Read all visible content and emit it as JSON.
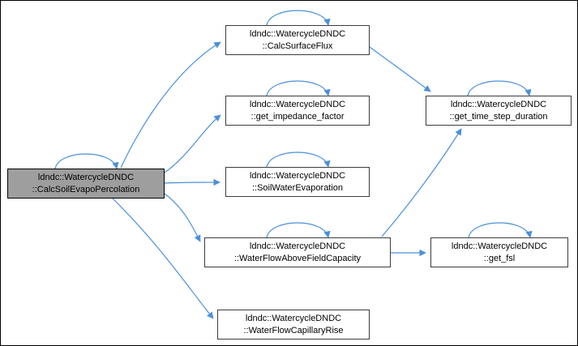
{
  "diagram": {
    "kind": "call-graph",
    "colors": {
      "background": "#FFFFFF",
      "frame_border": "#000000",
      "edge": "#4A90D9",
      "node_border": "#3C3C3C",
      "highlight_fill": "#9E9E9E",
      "text": "#000000"
    },
    "nodes": {
      "calc_soil_evapo_percolation": {
        "line1": "ldndc::WatercycleDNDC",
        "line2": "::CalcSoilEvapoPercolation",
        "highlighted": true
      },
      "calc_surface_flux": {
        "line1": "ldndc::WatercycleDNDC",
        "line2": "::CalcSurfaceFlux",
        "highlighted": false
      },
      "get_impedance_factor": {
        "line1": "ldndc::WatercycleDNDC",
        "line2": "::get_impedance_factor",
        "highlighted": false
      },
      "soil_water_evaporation": {
        "line1": "ldndc::WatercycleDNDC",
        "line2": "::SoilWaterEvaporation",
        "highlighted": false
      },
      "water_flow_above_field_capacity": {
        "line1": "ldndc::WatercycleDNDC",
        "line2": "::WaterFlowAboveFieldCapacity",
        "highlighted": false
      },
      "water_flow_capillary_rise": {
        "line1": "ldndc::WatercycleDNDC",
        "line2": "::WaterFlowCapillaryRise",
        "highlighted": false
      },
      "get_time_step_duration": {
        "line1": "ldndc::WatercycleDNDC",
        "line2": "::get_time_step_duration",
        "highlighted": false
      },
      "get_fsl": {
        "line1": "ldndc::WatercycleDNDC",
        "line2": "::get_fsl",
        "highlighted": false
      }
    },
    "edges": [
      {
        "from": "calc_soil_evapo_percolation",
        "to": "calc_surface_flux"
      },
      {
        "from": "calc_soil_evapo_percolation",
        "to": "get_impedance_factor"
      },
      {
        "from": "calc_soil_evapo_percolation",
        "to": "soil_water_evaporation"
      },
      {
        "from": "calc_soil_evapo_percolation",
        "to": "water_flow_above_field_capacity"
      },
      {
        "from": "calc_soil_evapo_percolation",
        "to": "water_flow_capillary_rise"
      },
      {
        "from": "calc_soil_evapo_percolation",
        "to": "calc_soil_evapo_percolation"
      },
      {
        "from": "calc_surface_flux",
        "to": "get_time_step_duration"
      },
      {
        "from": "calc_surface_flux",
        "to": "calc_surface_flux"
      },
      {
        "from": "get_impedance_factor",
        "to": "get_impedance_factor"
      },
      {
        "from": "soil_water_evaporation",
        "to": "soil_water_evaporation"
      },
      {
        "from": "water_flow_above_field_capacity",
        "to": "get_fsl"
      },
      {
        "from": "water_flow_above_field_capacity",
        "to": "get_time_step_duration"
      },
      {
        "from": "water_flow_above_field_capacity",
        "to": "water_flow_above_field_capacity"
      },
      {
        "from": "get_time_step_duration",
        "to": "get_time_step_duration"
      },
      {
        "from": "get_fsl",
        "to": "get_fsl"
      }
    ]
  }
}
